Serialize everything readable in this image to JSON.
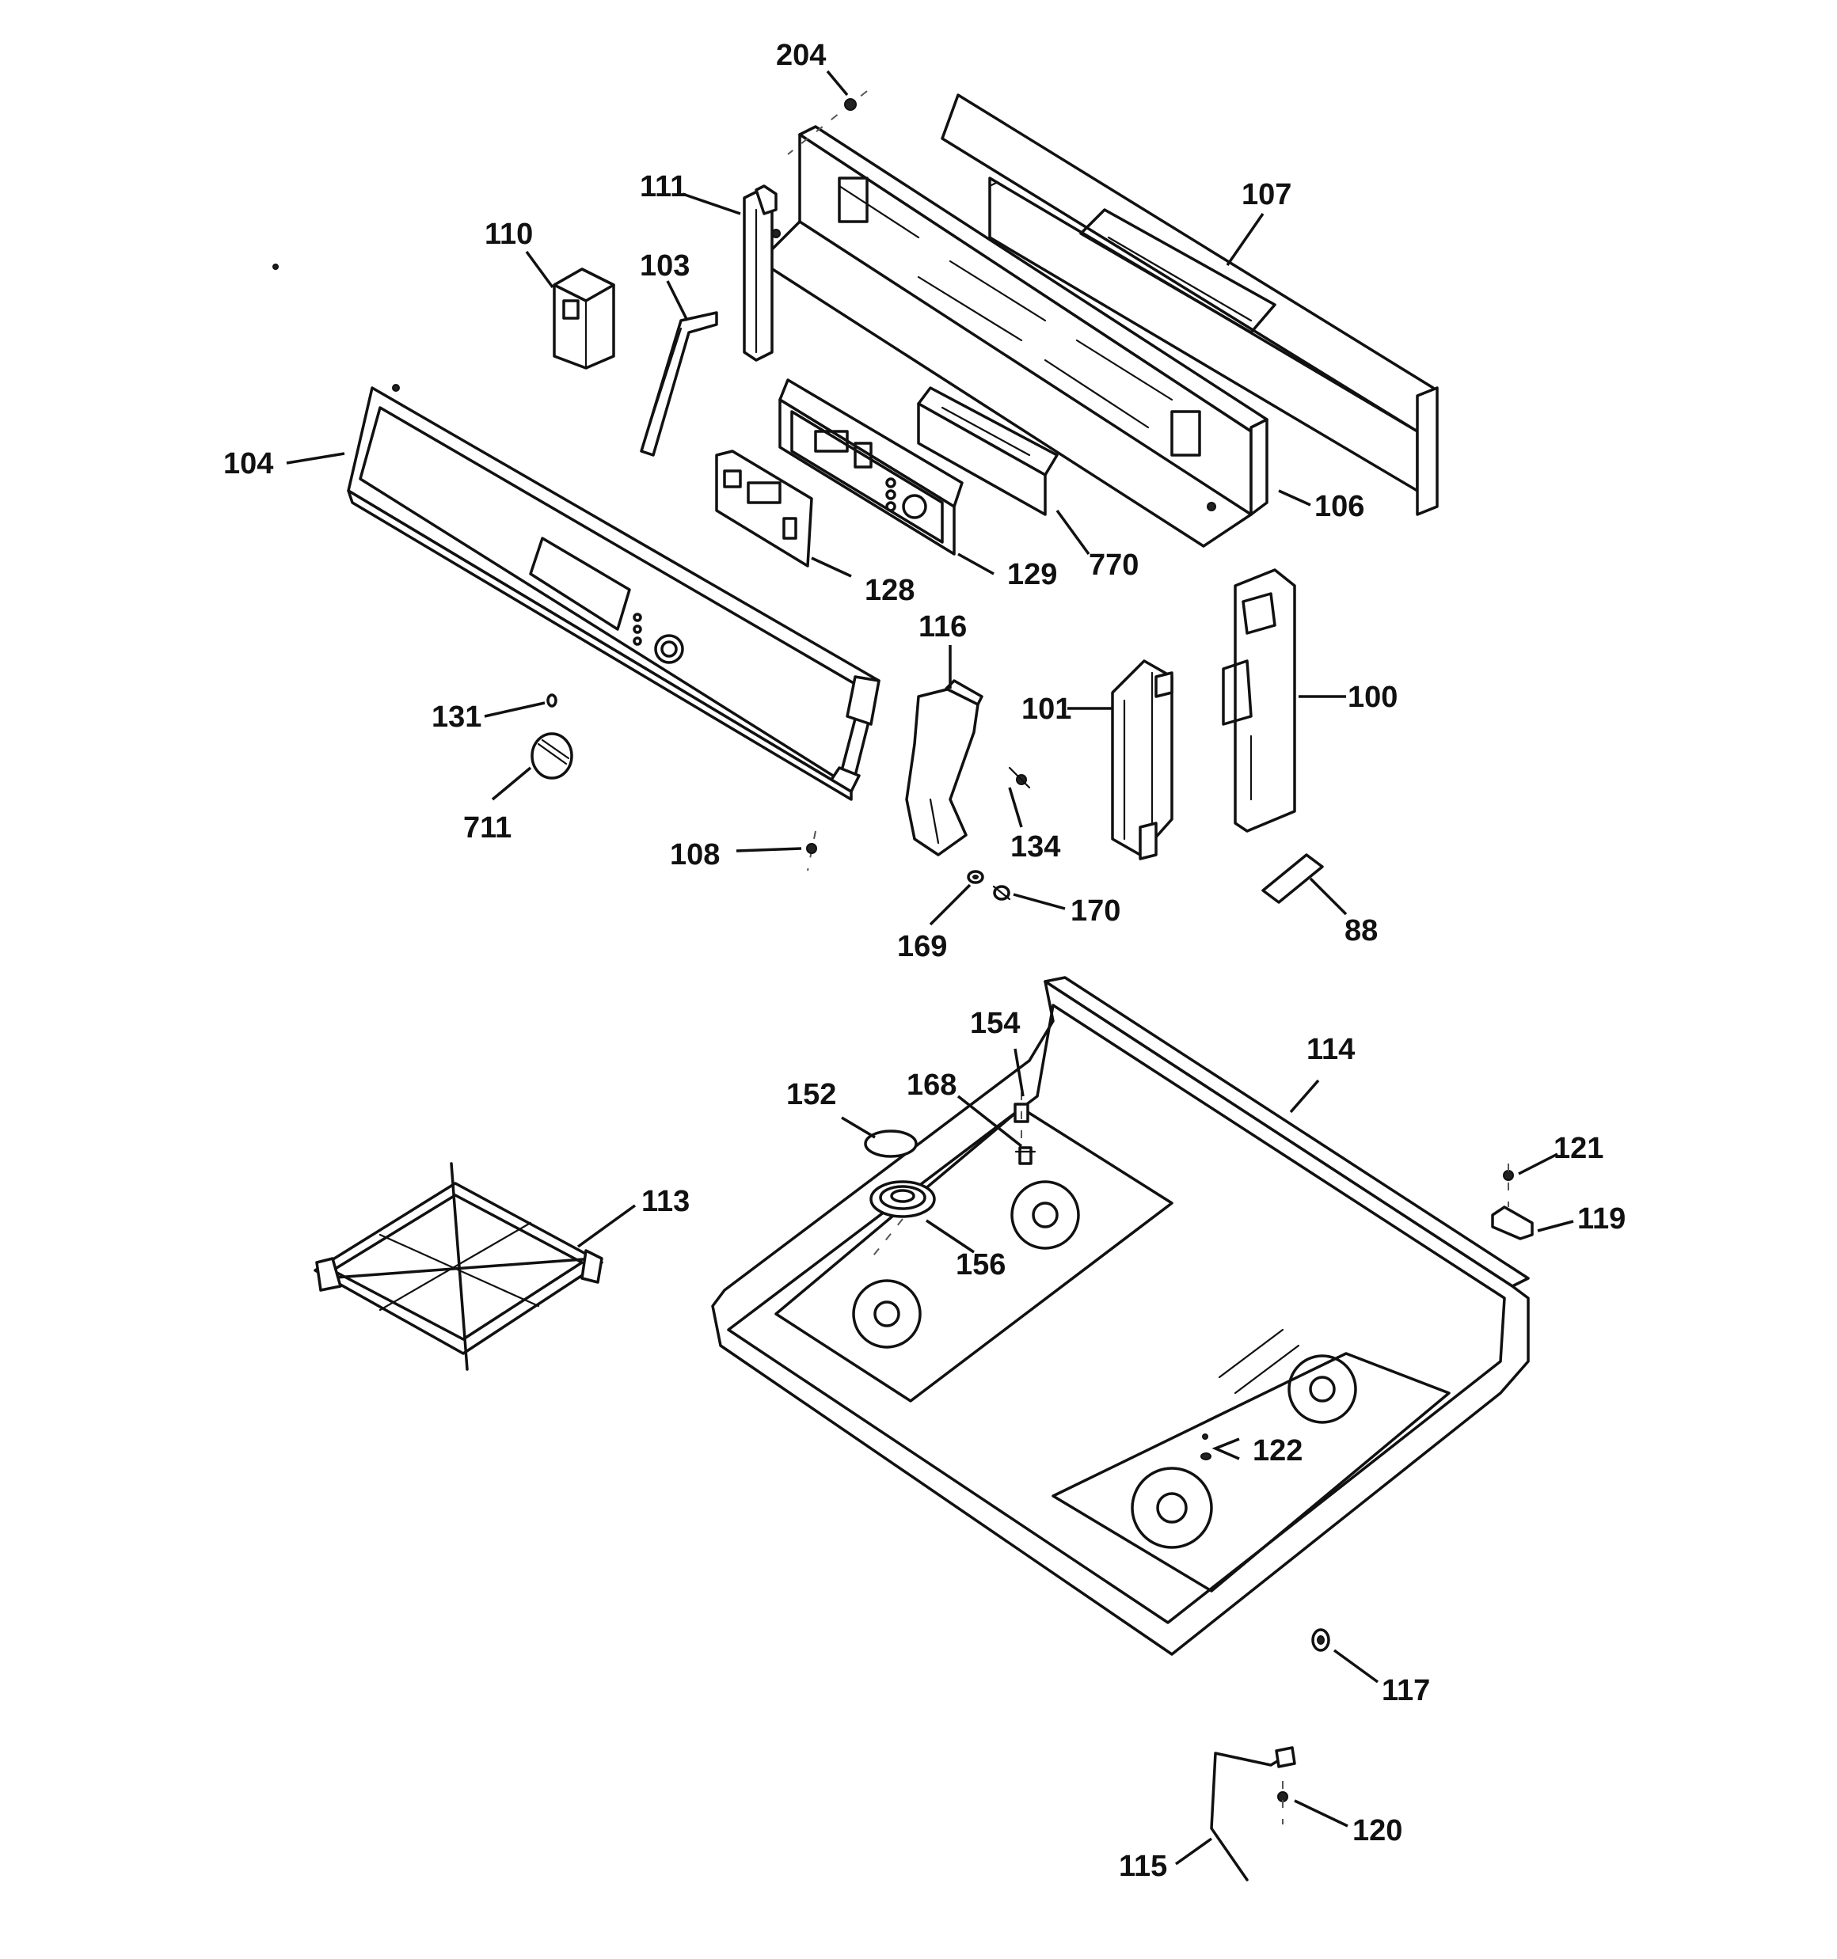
{
  "diagram": {
    "labels": {
      "l204": "204",
      "l107": "107",
      "l111": "111",
      "l110": "110",
      "l103": "103",
      "l104": "104",
      "l106": "106",
      "l129": "129",
      "l770": "770",
      "l128": "128",
      "l116": "116",
      "l101": "101",
      "l100": "100",
      "l131": "131",
      "l711": "711",
      "l134": "134",
      "l108": "108",
      "l170": "170",
      "l169": "169",
      "l88": "88",
      "l154": "154",
      "l114": "114",
      "l152": "152",
      "l168": "168",
      "l113": "113",
      "l121": "121",
      "l119": "119",
      "l156": "156",
      "l122": "122",
      "l117": "117",
      "l120": "120",
      "l115": "115"
    },
    "colors": {
      "line": "#111111",
      "background": "#ffffff"
    }
  }
}
